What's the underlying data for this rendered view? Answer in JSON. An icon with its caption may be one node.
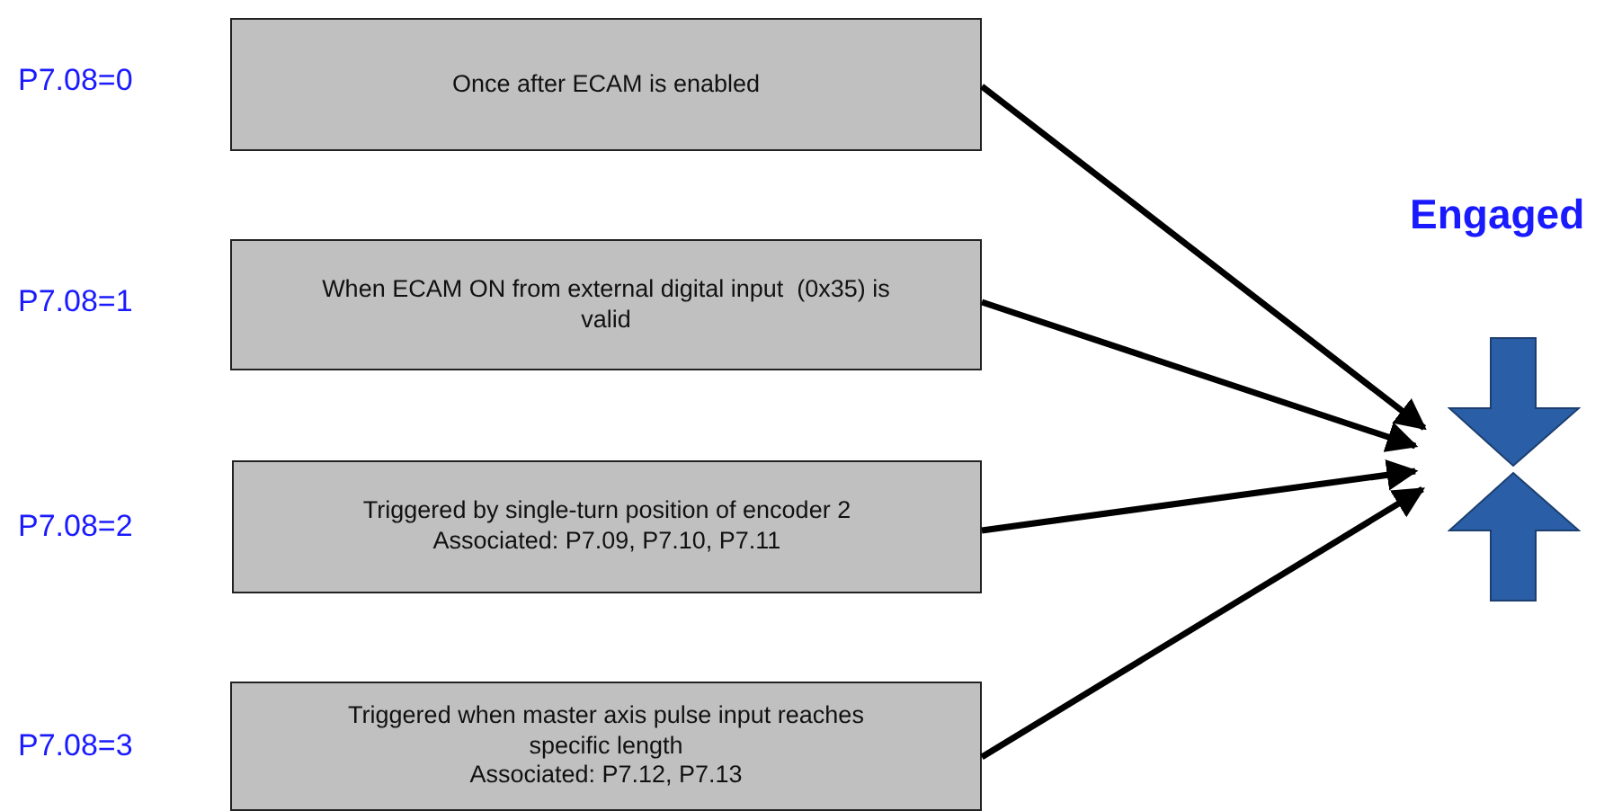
{
  "diagram": {
    "nodes": [
      {
        "text": [
          "Once after ECAM is enabled"
        ],
        "beside": [
          "P7.08=0"
        ]
      },
      {
        "text": [
          "When ECAM ON from external digital input  (0x35) is valid"
        ],
        "beside": [
          "P7.08=1"
        ]
      },
      {
        "text": [
          "Triggered by single-turn position of encoder 2",
          "Associated: P7.09, P7.10, P7.11"
        ],
        "beside": [
          "P7.08=2"
        ]
      },
      {
        "text": [
          "Triggered when master axis pulse input reaches specific length",
          "Associated: P7.12, P7.13"
        ],
        "beside": [
          "P7.08=3"
        ]
      },
      {
        "text": [],
        "shape": "picture",
        "beside": [
          "Engaged"
        ]
      }
    ],
    "edges": [
      {
        "from": 0,
        "to": 4,
        "arrow": "to"
      },
      {
        "from": 1,
        "to": 4,
        "arrow": "to"
      },
      {
        "from": 2,
        "to": 4,
        "arrow": "to"
      },
      {
        "from": 3,
        "to": 4,
        "arrow": "to"
      }
    ]
  }
}
